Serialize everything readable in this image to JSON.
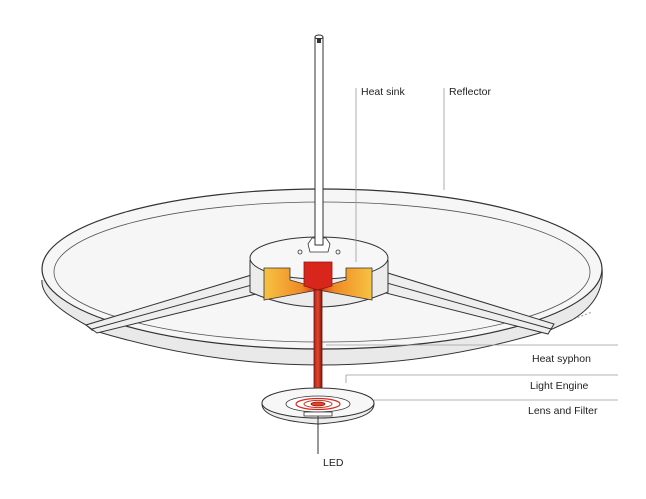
{
  "labels": {
    "heat_sink": "Heat sink",
    "reflector": "Reflector",
    "heat_syphon": "Heat syphon",
    "light_engine": "Light Engine",
    "lens_and_filter": "Lens and Filter",
    "led": "LED"
  },
  "colors": {
    "outline": "#333333",
    "reflector_fill": "#f6f6f6",
    "leader_line": "#9a9a9a",
    "heat_hot": "#f6c343",
    "heat_mid": "#f08a24",
    "heat_core": "#d9261c",
    "heat_dark": "#8a1710"
  }
}
